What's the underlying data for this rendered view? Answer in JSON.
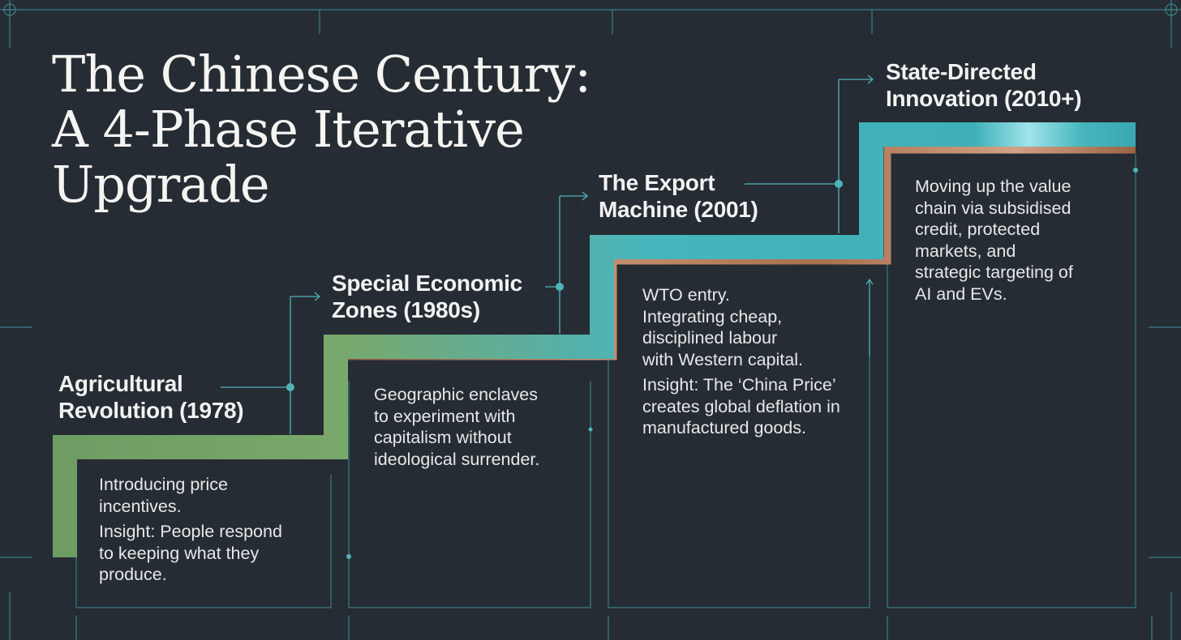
{
  "title": {
    "line1": "The Chinese Century:",
    "line2": "A 4-Phase Iterative",
    "line3": "Upgrade"
  },
  "phases": [
    {
      "title_lines": [
        "Agricultural",
        "Revolution (1978)"
      ],
      "body_lines": [
        "Introducing price",
        "incentives.",
        "Insight: People respond",
        "to keeping what they",
        "produce."
      ]
    },
    {
      "title_lines": [
        "Special Economic",
        "Zones (1980s)"
      ],
      "body_lines": [
        "Geographic enclaves",
        "to experiment with",
        "capitalism without",
        "ideological surrender."
      ]
    },
    {
      "title_lines": [
        "The Export",
        "Machine (2001)"
      ],
      "body_lines": [
        "WTO entry.",
        "Integrating cheap,",
        "disciplined labour",
        "with Western capital.",
        "Insight: The ‘China Price’",
        "creates global deflation in",
        "manufactured goods."
      ]
    },
    {
      "title_lines": [
        "State-Directed",
        "Innovation (2010+)"
      ],
      "body_lines": [
        "Moving up the value",
        "chain via subsidised",
        "credit, protected",
        "markets, and",
        "strategic targeting of",
        "AI and EVs."
      ]
    }
  ],
  "colors": {
    "background": "#262c33",
    "grid_line": "#3f8f96",
    "stair_green": "#6e9c62",
    "stair_teal": "#46b6bd",
    "copper": "#b07a5a"
  }
}
